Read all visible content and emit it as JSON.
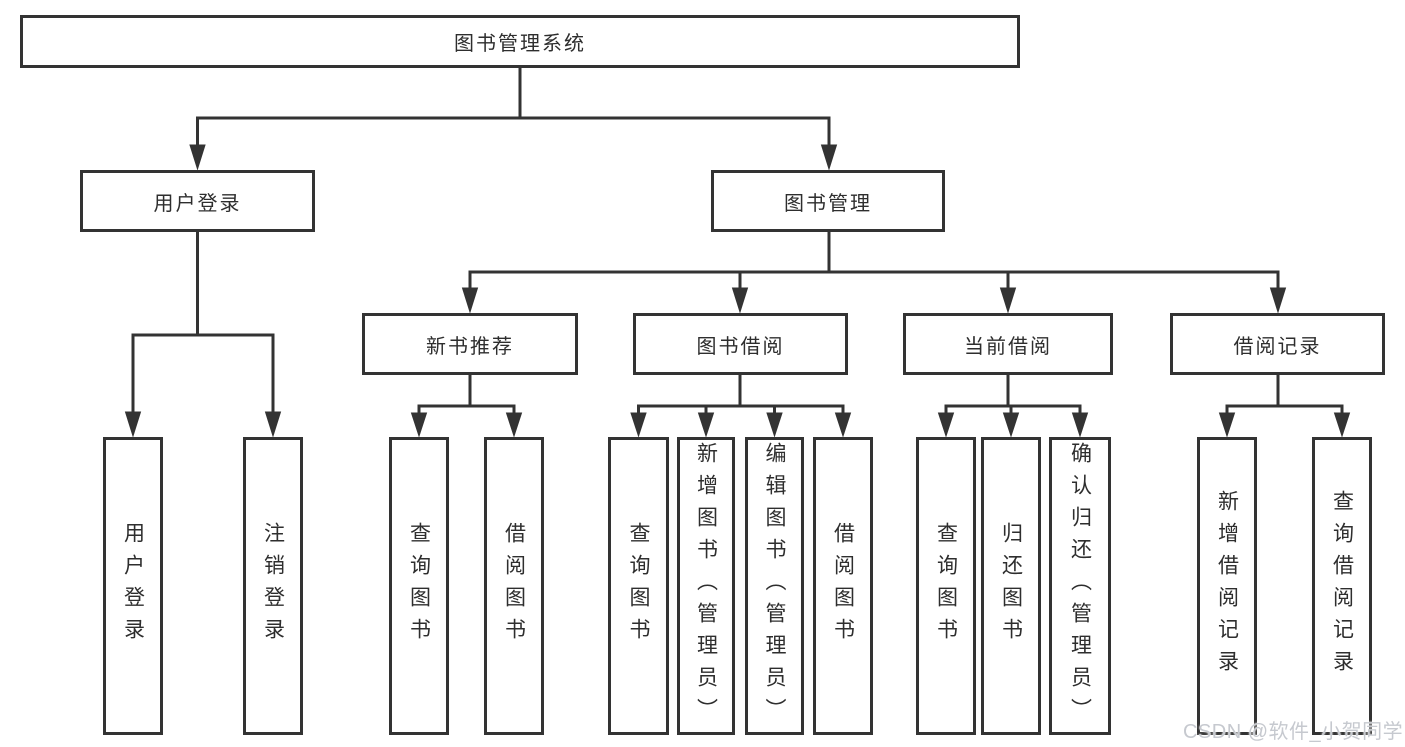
{
  "tree": {
    "root": "图书管理系统",
    "l2": [
      "用户登录",
      "图书管理"
    ],
    "l3": [
      "新书推荐",
      "图书借阅",
      "当前借阅",
      "借阅记录"
    ],
    "leaves": [
      [
        "用户登录",
        "注销登录"
      ],
      [
        "查询图书",
        "借阅图书"
      ],
      [
        "查询图书",
        "新增图书（管理员）",
        "编辑图书（管理员）",
        "借阅图书"
      ],
      [
        "查询图书",
        "归还图书",
        "确认归还（管理员）"
      ],
      [
        "新增借阅记录",
        "查询借阅记录"
      ]
    ]
  },
  "watermark": "CSDN @软件_小贺同学",
  "colors": {
    "line": "#333333",
    "background": "#ffffff",
    "watermark_text": "#c6c9cf"
  }
}
